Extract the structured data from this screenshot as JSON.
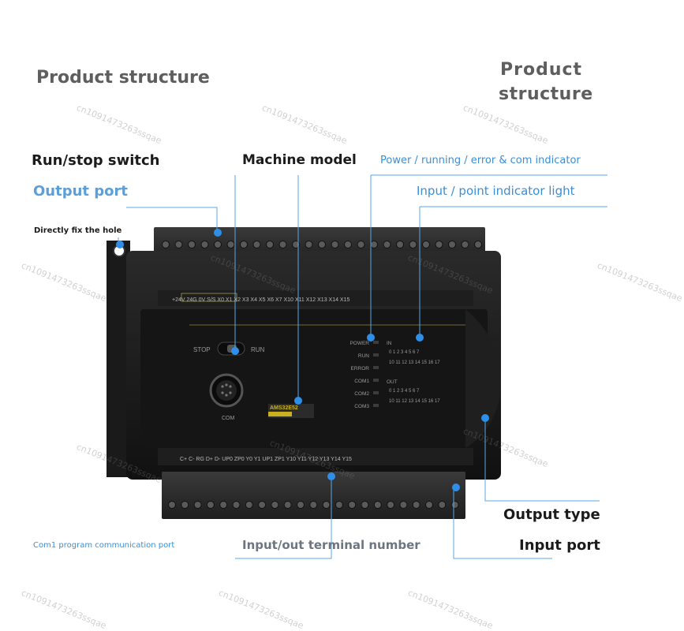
{
  "titles": {
    "left": "Product structure",
    "right_line1": "Product",
    "right_line2": "structure"
  },
  "callouts": {
    "run_stop_switch": "Run/stop switch",
    "machine_model": "Machine model",
    "power_indicator": "Power / running / error & com indicator",
    "output_port": "Output port",
    "input_point_indicator": "Input / point indicator light",
    "fix_hole": "Directly fix the hole",
    "com1_port": "Com1 program communication port",
    "terminal_number": "Input/out terminal number",
    "output_type": "Output type",
    "input_port": "Input port"
  },
  "device": {
    "stop_label": "STOP",
    "run_label": "RUN",
    "com_label": "COM",
    "model": "AMS32E52",
    "status_labels": [
      "POWER",
      "RUN",
      "ERROR",
      "COM1",
      "COM2",
      "COM3"
    ],
    "in_label": "IN",
    "out_label": "OUT",
    "in_row1": "0 1 2 3 4 5 6 7",
    "in_row2": "10 11 12 13 14 15 16 17",
    "out_row1": "0 1 2 3 4 5 6 7",
    "out_row2": "10 11 12 13 14 15 16 17",
    "top_terminals": "+24V 24G  0V     S/S  X0 X1  X2 X3 X4 X5 X6 X7 X10 X11 X12 X13 X14 X15",
    "bottom_terminals": "C+ C- RG D+ D-   UP0 ZP0 Y0 Y1   UP1 ZP1 Y10 Y11 Y12 Y13 Y14 Y15"
  },
  "colors": {
    "callout_line": "#5aa7e6",
    "dot": "#2f8fe8",
    "device_body": "#1c1c1c",
    "terminal_block": "#2a2a2a",
    "panel_accent": "#c9c25a"
  },
  "watermarks": [
    "cn1091473263ssqae",
    "cn1091473263ssqae",
    "cn1091473263ssqae",
    "cn1091473263ssqae",
    "cn1091473263ssqae",
    "cn1091473263ssqae",
    "cn1091473263ssqae",
    "cn1091473263ssqae",
    "cn1091473263ssqae",
    "cn1091473263ssqae",
    "cn1091473263ssqae",
    "cn1091473263ssqae",
    "cn1091473263ssqae"
  ]
}
